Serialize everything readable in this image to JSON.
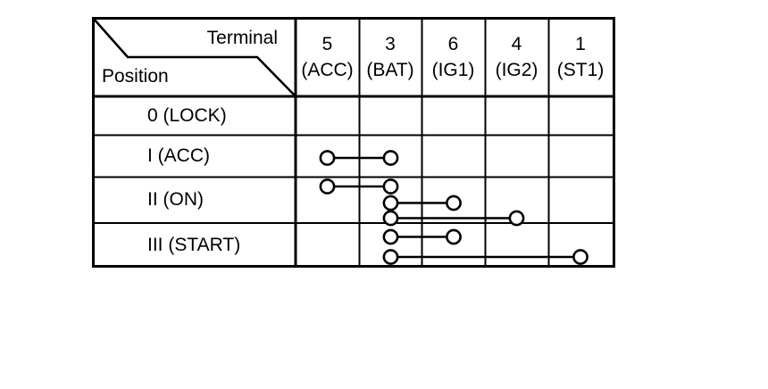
{
  "diagram": {
    "corner": {
      "terminal_label": "Terminal",
      "position_label": "Position"
    },
    "terminals": [
      {
        "number": "5",
        "name": "(ACC)"
      },
      {
        "number": "3",
        "name": "(BAT)"
      },
      {
        "number": "6",
        "name": "(IG1)"
      },
      {
        "number": "4",
        "name": "(IG2)"
      },
      {
        "number": "1",
        "name": "(ST1)"
      }
    ],
    "positions": [
      {
        "label": "0 (LOCK)",
        "connections": []
      },
      {
        "label": "I (ACC)",
        "connections": [
          {
            "from": "5",
            "to": "3"
          }
        ]
      },
      {
        "label": "II (ON)",
        "connections": [
          {
            "from": "5",
            "to": "3"
          },
          {
            "from": "3",
            "to": "6"
          },
          {
            "from": "3",
            "to": "4"
          }
        ]
      },
      {
        "label": "III (START)",
        "connections": [
          {
            "from": "3",
            "to": "6"
          },
          {
            "from": "3",
            "to": "1"
          }
        ]
      }
    ],
    "colors": {
      "line": "#000000",
      "background": "#ffffff"
    }
  }
}
